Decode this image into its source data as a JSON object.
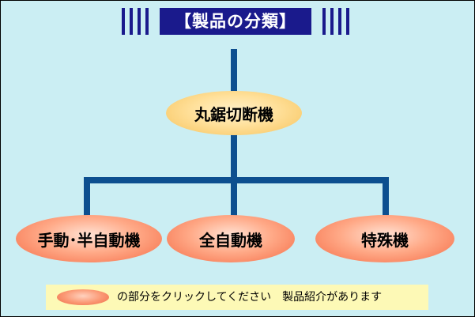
{
  "title": "【製品の分類】",
  "root_node": {
    "label": "丸鋸切断機"
  },
  "child_nodes": [
    {
      "label": "手動･半自動機"
    },
    {
      "label": "全自動機"
    },
    {
      "label": "特殊機"
    }
  ],
  "footer": {
    "text": "の部分をクリックしてください　製品紹介があります"
  },
  "colors": {
    "background": "#cbeef3",
    "banner": "#1a1a8c",
    "connector": "#0d4f8f",
    "root_node": "#ffe09a",
    "child_node": "#ffaa88",
    "footer": "#fdf9b6"
  }
}
